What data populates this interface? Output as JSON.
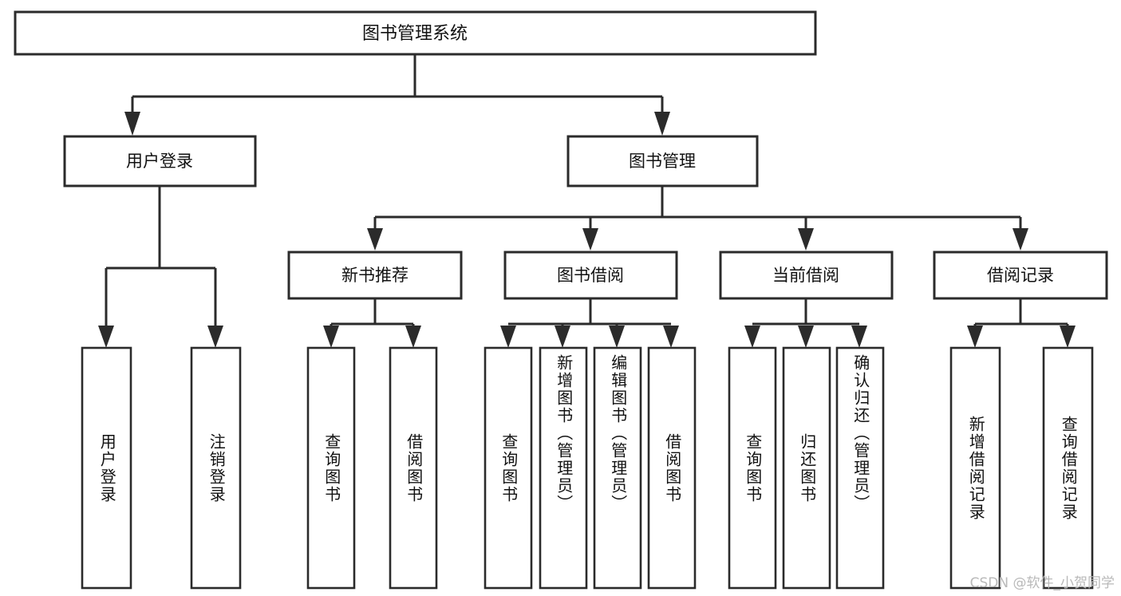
{
  "diagram": {
    "type": "tree",
    "title": "图书管理系统",
    "orientation": "top-down",
    "colors": {
      "stroke": "#2b2b2b",
      "fill": "#ffffff",
      "text": "#111111",
      "watermark": "#b9b9b9"
    },
    "root": {
      "label": "图书管理系统",
      "id": "root"
    },
    "level2": [
      {
        "id": "user-login",
        "label": "用户登录"
      },
      {
        "id": "book-manage",
        "label": "图书管理"
      }
    ],
    "level3": [
      {
        "id": "new-book-recommend",
        "label": "新书推荐",
        "parent": "book-manage"
      },
      {
        "id": "book-borrow",
        "label": "图书借阅",
        "parent": "book-manage"
      },
      {
        "id": "current-borrow",
        "label": "当前借阅",
        "parent": "book-manage"
      },
      {
        "id": "borrow-record",
        "label": "借阅记录",
        "parent": "book-manage"
      }
    ],
    "leaves": {
      "user-login": [
        {
          "id": "leaf-user-login",
          "label": "用户登录"
        },
        {
          "id": "leaf-user-logout",
          "label": "注销登录"
        }
      ],
      "new-book-recommend": [
        {
          "id": "leaf-query-book-1",
          "label": "查询图书"
        },
        {
          "id": "leaf-borrow-book-1",
          "label": "借阅图书"
        }
      ],
      "book-borrow": [
        {
          "id": "leaf-query-book-2",
          "label": "查询图书"
        },
        {
          "id": "leaf-add-book",
          "label": "新增图书（管理员）"
        },
        {
          "id": "leaf-edit-book",
          "label": "编辑图书（管理员）"
        },
        {
          "id": "leaf-borrow-book-2",
          "label": "借阅图书"
        }
      ],
      "current-borrow": [
        {
          "id": "leaf-query-book-3",
          "label": "查询图书"
        },
        {
          "id": "leaf-return-book",
          "label": "归还图书"
        },
        {
          "id": "leaf-confirm-return",
          "label": "确认归还（管理员）"
        }
      ],
      "borrow-record": [
        {
          "id": "leaf-add-record",
          "label": "新增借阅记录"
        },
        {
          "id": "leaf-query-record",
          "label": "查询借阅记录"
        }
      ]
    }
  },
  "watermark": {
    "text": "CSDN @软件_小贺同学"
  }
}
